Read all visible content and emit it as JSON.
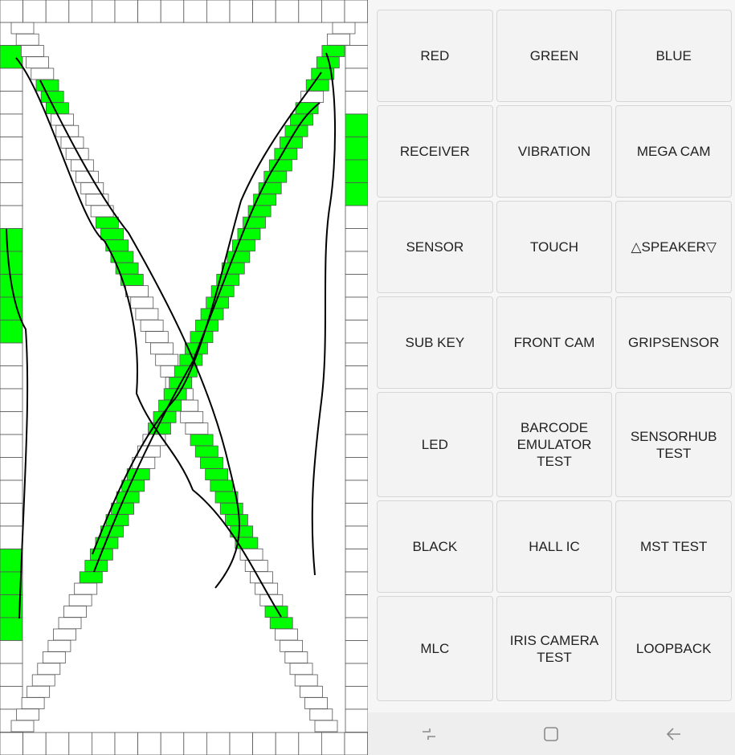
{
  "touch_test": {
    "pass_color": "#00ff00",
    "cell_border_color": "#555555",
    "trace_color": "#000000"
  },
  "menu": {
    "rows": [
      [
        "RED",
        "GREEN",
        "BLUE"
      ],
      [
        "RECEIVER",
        "VIBRATION",
        "MEGA CAM"
      ],
      [
        "SENSOR",
        "TOUCH",
        "△SPEAKER▽"
      ],
      [
        "SUB KEY",
        "FRONT CAM",
        "GRIPSENSOR"
      ],
      [
        "LED",
        "BARCODE\nEMULATOR TEST",
        "SENSORHUB TEST"
      ],
      [
        "BLACK",
        "HALL IC",
        "MST TEST"
      ],
      [
        "MLC",
        "IRIS CAMERA\nTEST",
        "LOOPBACK"
      ]
    ]
  },
  "nav_bar": {
    "recents_icon": "recents-icon",
    "home_icon": "home-icon",
    "back_icon": "back-icon"
  }
}
